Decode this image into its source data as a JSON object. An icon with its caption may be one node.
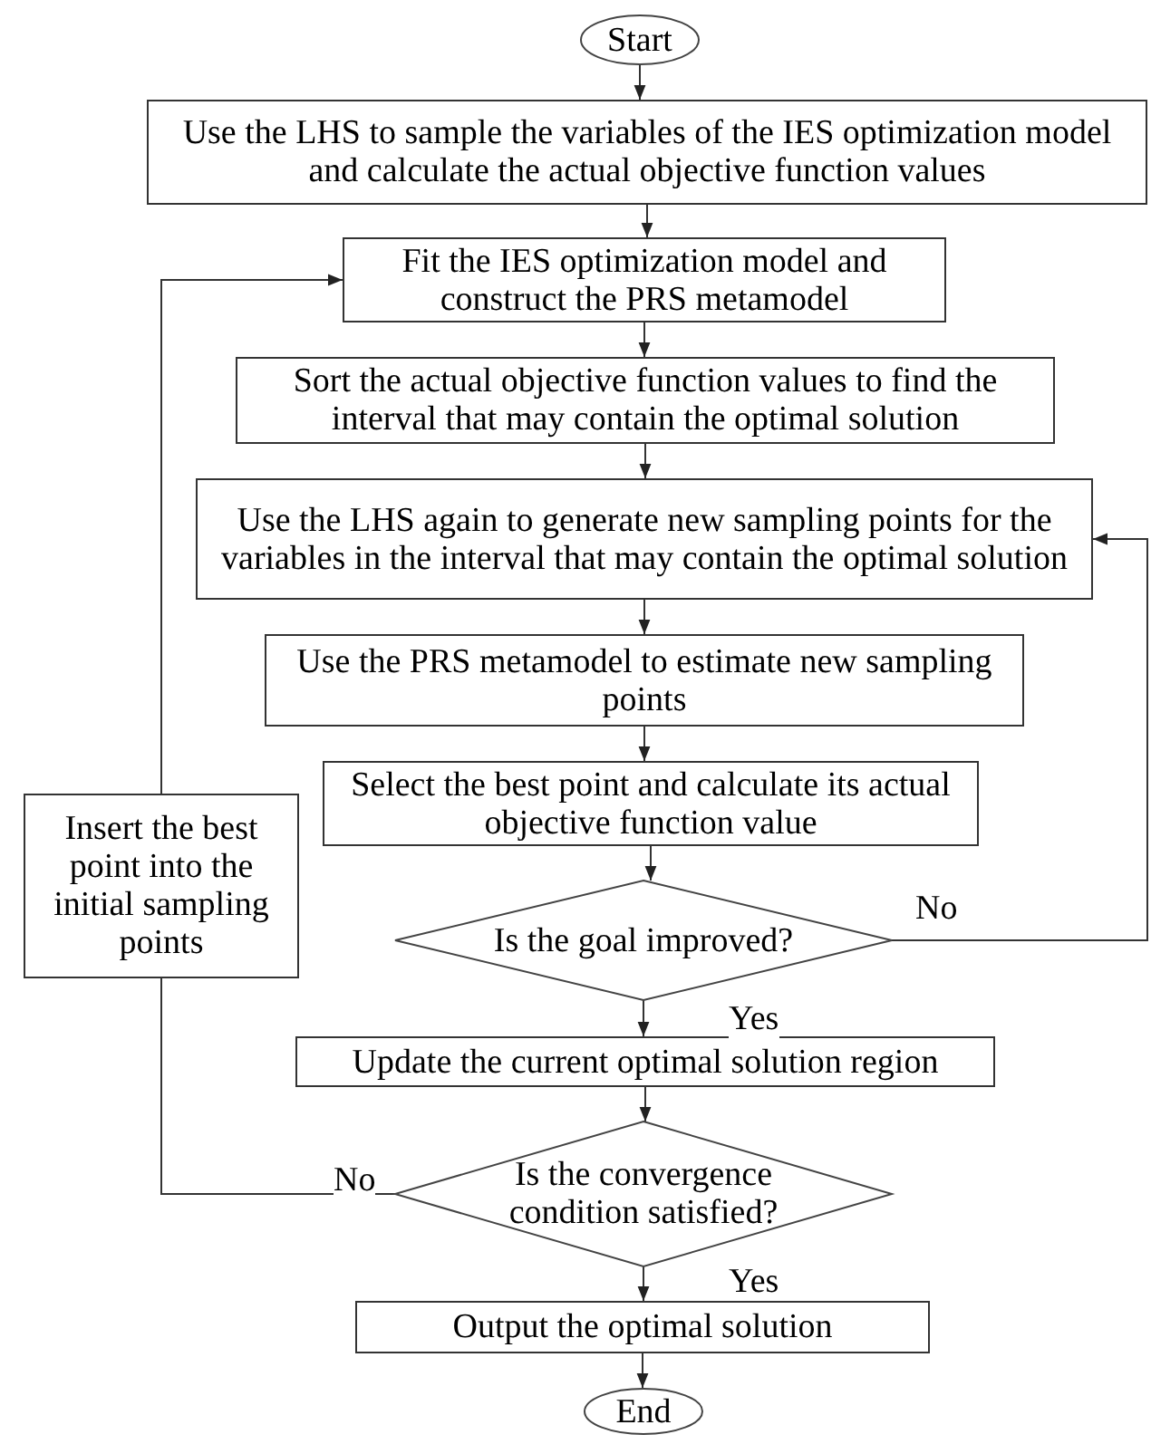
{
  "diagram": {
    "nodes": [
      {
        "text": [
          "Start"
        ]
      },
      {
        "text": [
          "Use the LHS to sample the variables of the IES optimization model and calculate the actual objective function values"
        ]
      },
      {
        "text": [
          "Fit the IES optimization model and construct the PRS metamodel"
        ]
      },
      {
        "text": [
          "Sort the actual objective function values to find the interval that may contain the optimal solution"
        ]
      },
      {
        "text": [
          "Use the LHS again to generate new sampling points for the variables in the interval that may contain the optimal solution"
        ]
      },
      {
        "text": [
          "Use the PRS metamodel to estimate new sampling points"
        ]
      },
      {
        "text": [
          "Select the best point and calculate its actual objective function value"
        ]
      },
      {
        "text": [
          "Is the goal improved?"
        ]
      },
      {
        "text": [
          "Update the current optimal solution region"
        ]
      },
      {
        "text": [
          "Is the convergence condition satisfied?"
        ]
      },
      {
        "text": [
          "Output the optimal solution"
        ]
      },
      {
        "text": [
          "End"
        ]
      },
      {
        "text": [
          "Insert the best point into the initial sampling points"
        ]
      }
    ],
    "edges": [
      {
        "from": 0,
        "to": 1,
        "arrow": "to"
      },
      {
        "from": 1,
        "to": 2,
        "arrow": "to"
      },
      {
        "from": 2,
        "to": 3,
        "arrow": "to"
      },
      {
        "from": 3,
        "to": 4,
        "arrow": "to"
      },
      {
        "from": 4,
        "to": 5,
        "arrow": "to"
      },
      {
        "from": 5,
        "to": 6,
        "arrow": "to"
      },
      {
        "from": 6,
        "to": 7,
        "arrow": "to"
      },
      {
        "from": 7,
        "to": 8,
        "arrow": "to",
        "label": "Yes"
      },
      {
        "from": 8,
        "to": 9,
        "arrow": "to"
      },
      {
        "from": 9,
        "to": 10,
        "arrow": "to",
        "label": "Yes"
      },
      {
        "from": 10,
        "to": 11,
        "arrow": "to"
      },
      {
        "from": 7,
        "to": 4,
        "arrow": "to",
        "label": "No"
      },
      {
        "from": 9,
        "to": 12,
        "arrow": "none",
        "label": "No"
      },
      {
        "from": 12,
        "to": 2,
        "arrow": "to"
      }
    ]
  }
}
